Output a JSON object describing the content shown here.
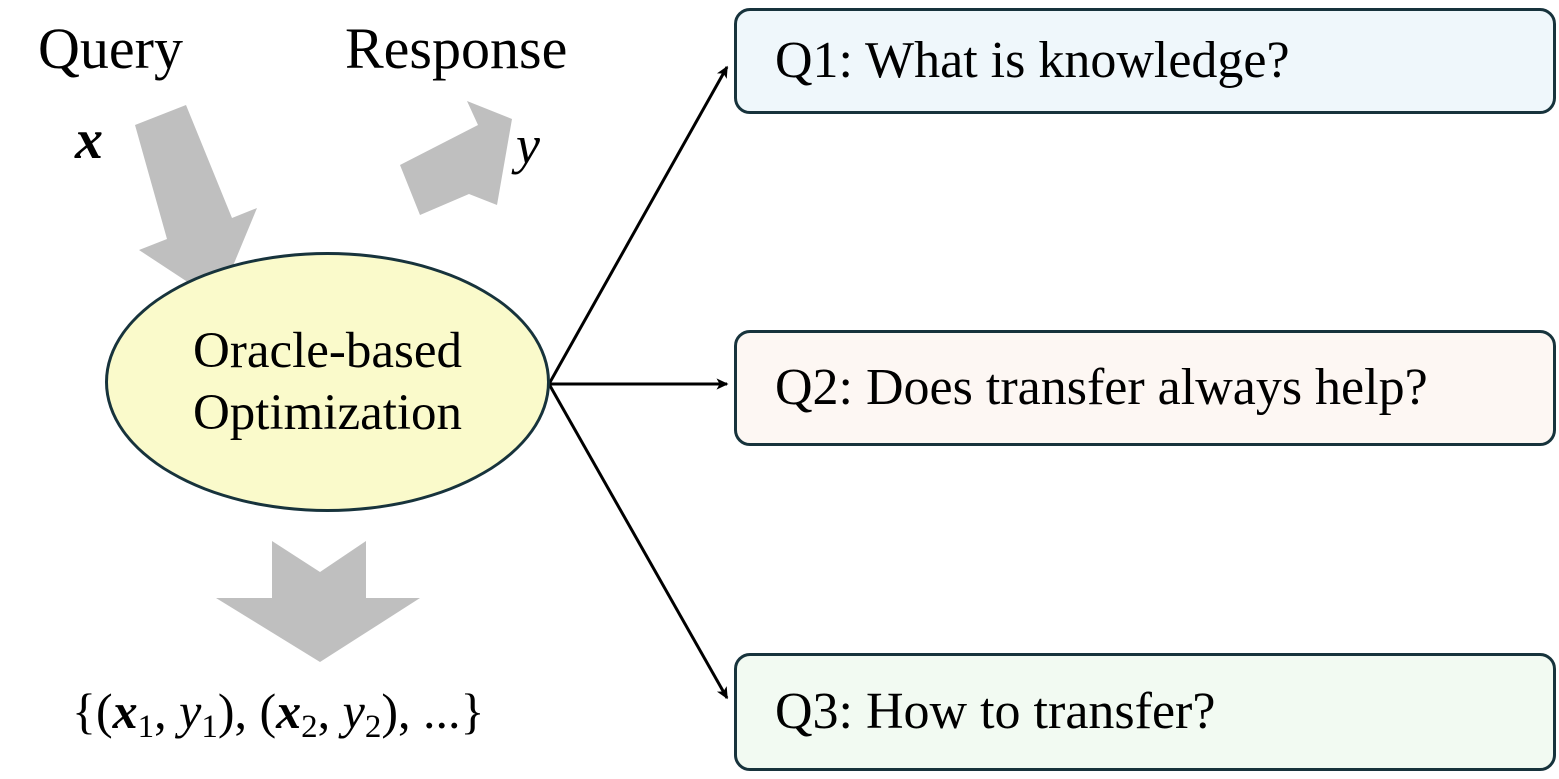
{
  "diagram": {
    "title": "Oracle-based Optimization research questions",
    "colors": {
      "node_fill": "#FAFACB",
      "node_stroke": "#17333c",
      "block_arrow_gray": "#BFBFBF",
      "arrow_black": "#000000",
      "q1_fill": "#EFF7FB",
      "q2_fill": "#FDF7F3",
      "q3_fill": "#F2FAF2",
      "background": "#FFFFFF"
    }
  },
  "labels": {
    "query": "Query",
    "response": "Response",
    "query_symbol": "x",
    "response_symbol": "y"
  },
  "node": {
    "line1": "Oracle-based",
    "line2": "Optimization"
  },
  "dataset": {
    "open_brace": "{",
    "pair1_open": "(",
    "pair1_x": "x",
    "pair1_x_sub": "1",
    "pair1_sep": ", ",
    "pair1_y": "y",
    "pair1_y_sub": "1",
    "pair1_close": "), ",
    "pair2_open": "(",
    "pair2_x": "x",
    "pair2_x_sub": "2",
    "pair2_sep": ", ",
    "pair2_y": "y",
    "pair2_y_sub": "2",
    "pair2_close": "), ",
    "ellipsis": "...",
    "close_brace": "}"
  },
  "questions": [
    {
      "id": "Q1",
      "text": "Q1: What is knowledge?"
    },
    {
      "id": "Q2",
      "text": "Q2: Does transfer always help?"
    },
    {
      "id": "Q3",
      "text": "Q3: How to transfer?"
    }
  ],
  "arrows": {
    "query_arrow": "down-right-block-arrow",
    "response_arrow": "up-right-block-arrow",
    "dataset_arrow": "down-block-arrow",
    "q1_connector": "arrow-to-q1",
    "q2_connector": "arrow-to-q2",
    "q3_connector": "arrow-to-q3"
  }
}
